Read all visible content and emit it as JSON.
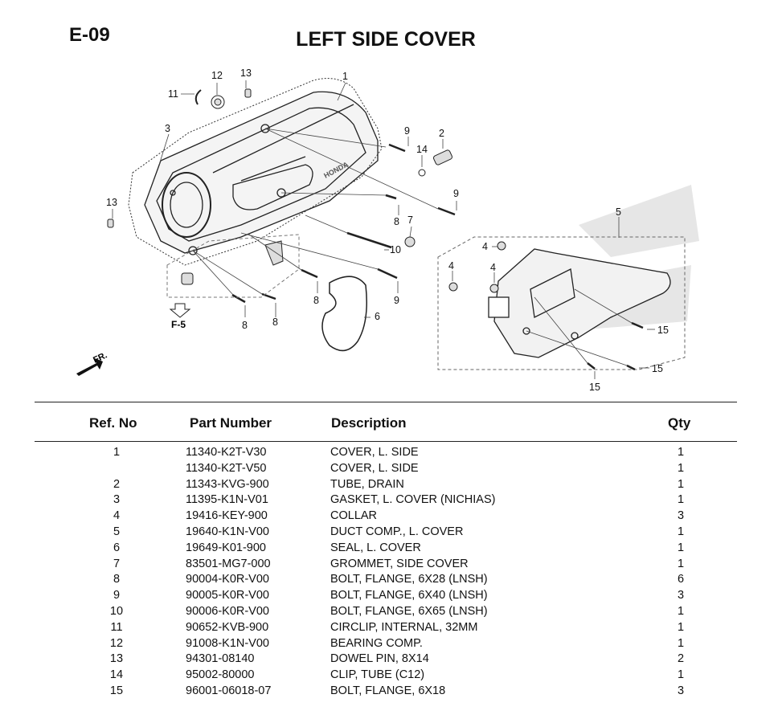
{
  "header": {
    "section_code": "E-09",
    "title": "LEFT SIDE COVER"
  },
  "diagram": {
    "callouts": [
      "1",
      "2",
      "3",
      "4",
      "4",
      "4",
      "5",
      "6",
      "7",
      "8",
      "8",
      "8",
      "8",
      "9",
      "9",
      "9",
      "10",
      "11",
      "12",
      "13",
      "13",
      "14",
      "15",
      "15",
      "15"
    ],
    "reference": "F-5",
    "direction": "FR.",
    "brand_mark": "HONDA"
  },
  "table": {
    "headers": {
      "ref": "Ref. No",
      "part": "Part Number",
      "desc": "Description",
      "qty": "Qty"
    },
    "rows": [
      {
        "ref": "1",
        "part": "11340-K2T-V30",
        "desc": "COVER, L. SIDE",
        "qty": "1"
      },
      {
        "ref": "",
        "part": "11340-K2T-V50",
        "desc": "COVER, L. SIDE",
        "qty": "1"
      },
      {
        "ref": "2",
        "part": "11343-KVG-900",
        "desc": "TUBE, DRAIN",
        "qty": "1"
      },
      {
        "ref": "3",
        "part": "11395-K1N-V01",
        "desc": "GASKET, L. COVER (NICHIAS)",
        "qty": "1"
      },
      {
        "ref": "4",
        "part": "19416-KEY-900",
        "desc": "COLLAR",
        "qty": "3"
      },
      {
        "ref": "5",
        "part": "19640-K1N-V00",
        "desc": "DUCT COMP., L. COVER",
        "qty": "1"
      },
      {
        "ref": "6",
        "part": "19649-K01-900",
        "desc": "SEAL, L. COVER",
        "qty": "1"
      },
      {
        "ref": "7",
        "part": "83501-MG7-000",
        "desc": "GROMMET, SIDE COVER",
        "qty": "1"
      },
      {
        "ref": "8",
        "part": "90004-K0R-V00",
        "desc": "BOLT, FLANGE, 6X28 (LNSH)",
        "qty": "6"
      },
      {
        "ref": "9",
        "part": "90005-K0R-V00",
        "desc": "BOLT, FLANGE, 6X40 (LNSH)",
        "qty": "3"
      },
      {
        "ref": "10",
        "part": "90006-K0R-V00",
        "desc": "BOLT, FLANGE, 6X65 (LNSH)",
        "qty": "1"
      },
      {
        "ref": "11",
        "part": "90652-KVB-900",
        "desc": "CIRCLIP, INTERNAL, 32MM",
        "qty": "1"
      },
      {
        "ref": "12",
        "part": "91008-K1N-V00",
        "desc": "BEARING COMP.",
        "qty": "1"
      },
      {
        "ref": "13",
        "part": "94301-08140",
        "desc": "DOWEL PIN, 8X14",
        "qty": "2"
      },
      {
        "ref": "14",
        "part": "95002-80000",
        "desc": "CLIP, TUBE (C12)",
        "qty": "1"
      },
      {
        "ref": "15",
        "part": "96001-06018-07",
        "desc": "BOLT, FLANGE, 6X18",
        "qty": "3"
      }
    ]
  }
}
